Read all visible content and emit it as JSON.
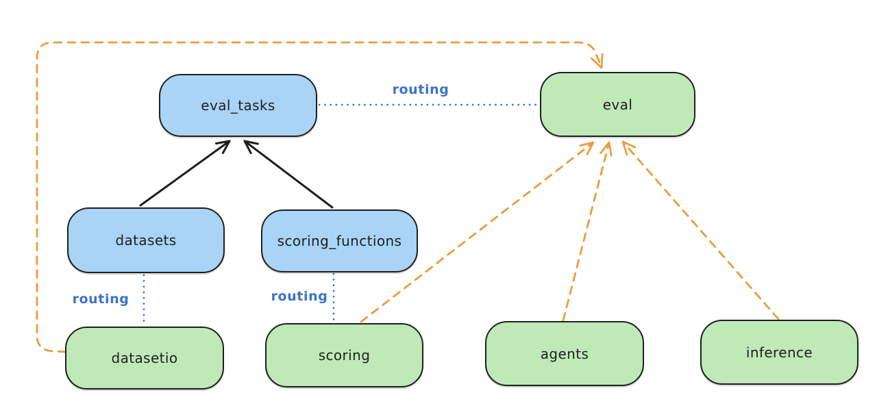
{
  "diagram": {
    "colors": {
      "node_stroke": "#1e1e1e",
      "blue_fill": "#a9d4f5",
      "green_fill": "#bfeab8",
      "routing_blue": "#3b73c9",
      "orange": "#ec9b3d",
      "text": "#1e1e1e",
      "bg": "#ffffff"
    },
    "nodes": {
      "eval_tasks": {
        "label": "eval_tasks",
        "fill": "#a9d4f5"
      },
      "eval": {
        "label": "eval",
        "fill": "#bfeab8"
      },
      "datasets": {
        "label": "datasets",
        "fill": "#a9d4f5"
      },
      "scoring_functions": {
        "label": "scoring_functions",
        "fill": "#a9d4f5"
      },
      "datasetio": {
        "label": "datasetio",
        "fill": "#bfeab8"
      },
      "scoring": {
        "label": "scoring",
        "fill": "#bfeab8"
      },
      "agents": {
        "label": "agents",
        "fill": "#bfeab8"
      },
      "inference": {
        "label": "inference",
        "fill": "#bfeab8"
      }
    },
    "edges": [
      {
        "from": "datasets",
        "to": "eval_tasks",
        "style": "solid-arrow",
        "color": "#1e1e1e",
        "label": ""
      },
      {
        "from": "scoring_functions",
        "to": "eval_tasks",
        "style": "solid-arrow",
        "color": "#1e1e1e",
        "label": ""
      },
      {
        "from": "eval_tasks",
        "to": "eval",
        "style": "dotted",
        "color": "#3b73c9",
        "label": "routing"
      },
      {
        "from": "datasets",
        "to": "datasetio",
        "style": "dotted",
        "color": "#3b73c9",
        "label": "routing"
      },
      {
        "from": "scoring_functions",
        "to": "scoring",
        "style": "dotted",
        "color": "#3b73c9",
        "label": "routing"
      },
      {
        "from": "datasetio",
        "to": "eval",
        "style": "dashed-arrow",
        "color": "#ec9b3d",
        "label": ""
      },
      {
        "from": "scoring",
        "to": "eval",
        "style": "dashed-arrow",
        "color": "#ec9b3d",
        "label": ""
      },
      {
        "from": "agents",
        "to": "eval",
        "style": "dashed-arrow",
        "color": "#ec9b3d",
        "label": ""
      },
      {
        "from": "inference",
        "to": "eval",
        "style": "dashed-arrow",
        "color": "#ec9b3d",
        "label": ""
      }
    ]
  }
}
